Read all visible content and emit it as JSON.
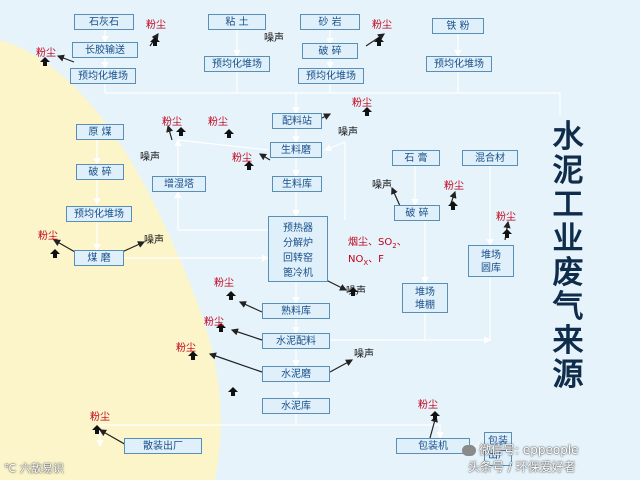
{
  "title": [
    "水",
    "泥",
    "工",
    "业",
    "废",
    "气",
    "来",
    "源"
  ],
  "boxes": {
    "limestone": "石灰石",
    "clay": "粘 土",
    "sandstone": "砂 岩",
    "iron_powder": "铁 粉",
    "belt_conveyor": "长胶输送",
    "crush1": "破 碎",
    "prehomo1": "预均化堆场",
    "prehomo2": "预均化堆场",
    "prehomo3": "预均化堆场",
    "prehomo4": "预均化堆场",
    "batching": "配料站",
    "raw_coal": "原 煤",
    "raw_mill": "生料磨",
    "gypsum": "石 膏",
    "mixed": "混合材",
    "crush_coal": "破 碎",
    "homo_silo": "增湿塔",
    "raw_silo": "生料库",
    "crush_gypsum": "破 碎",
    "prehomo_coal": "预均化堆场",
    "kiln_block": [
      "预热器",
      "分解炉",
      "回转窑",
      "篦冷机"
    ],
    "coal_mill": "煤 磨",
    "stock_shed": [
      "堆场",
      "堆棚"
    ],
    "stock_silo": [
      "堆场",
      "圆库"
    ],
    "clinker": "熟料库",
    "cement_batch": "水泥配料",
    "cement_mill": "水泥磨",
    "cement_silo": "水泥库",
    "bulk": "散装出厂",
    "packing": "包装机",
    "packed": [
      "包装",
      "出厂"
    ]
  },
  "labels": {
    "dust": "粉尘",
    "noise": "噪声",
    "emissions": [
      "烟尘、SO",
      "2",
      "、NO",
      "X",
      "、F"
    ]
  },
  "watermarks": {
    "left": "六敌易识",
    "wechat": "微信号: eppeople",
    "toutiao": "头条号 / 环保爱好者"
  }
}
